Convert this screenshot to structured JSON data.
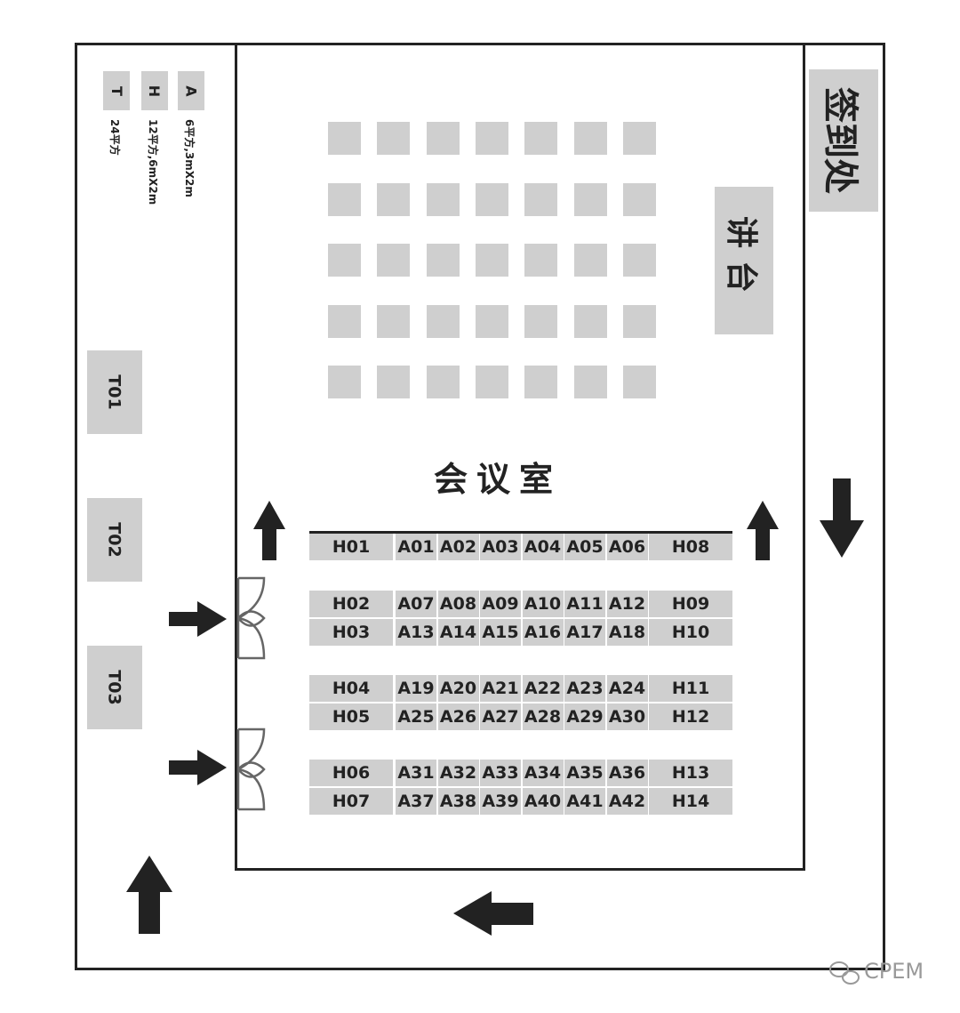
{
  "legend": [
    {
      "key": "A",
      "desc": "6平方,3mX2m"
    },
    {
      "key": "H",
      "desc": "12平方,6mX2m"
    },
    {
      "key": "T",
      "desc": "24平方"
    }
  ],
  "sign_in": "签到处",
  "podium": "讲台",
  "meeting_room": "会议室",
  "outer_booths": [
    "T01",
    "T02",
    "T03"
  ],
  "booth_rows": [
    {
      "left": "H01",
      "a": [
        "A01",
        "A02",
        "A03",
        "A04",
        "A05",
        "A06"
      ],
      "right": "H08"
    },
    {
      "left": "H02",
      "a": [
        "A07",
        "A08",
        "A09",
        "A10",
        "A11",
        "A12"
      ],
      "right": "H09"
    },
    {
      "left": "H03",
      "a": [
        "A13",
        "A14",
        "A15",
        "A16",
        "A17",
        "A18"
      ],
      "right": "H10"
    },
    {
      "left": "H04",
      "a": [
        "A19",
        "A20",
        "A21",
        "A22",
        "A23",
        "A24"
      ],
      "right": "H11"
    },
    {
      "left": "H05",
      "a": [
        "A25",
        "A26",
        "A27",
        "A28",
        "A29",
        "A30"
      ],
      "right": "H12"
    },
    {
      "left": "H06",
      "a": [
        "A31",
        "A32",
        "A33",
        "A34",
        "A35",
        "A36"
      ],
      "right": "H13"
    },
    {
      "left": "H07",
      "a": [
        "A37",
        "A38",
        "A39",
        "A40",
        "A41",
        "A42"
      ],
      "right": "H14"
    }
  ],
  "watermark": "CPEM",
  "colors": {
    "booth": "#cfcfcf",
    "line": "#222222",
    "arrow": "#222222"
  }
}
